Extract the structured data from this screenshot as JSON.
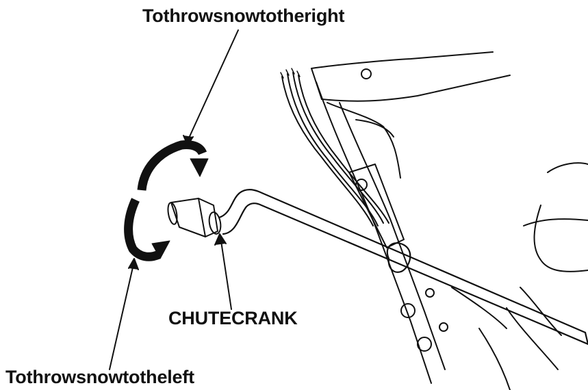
{
  "labels": {
    "throw_right": "Tothrowsnowtotheright",
    "chute_crank": "CHUTECRANK",
    "throw_left": "Tothrowsnowtotheleft"
  },
  "colors": {
    "ink": "#111111",
    "paper": "#ffffff"
  }
}
